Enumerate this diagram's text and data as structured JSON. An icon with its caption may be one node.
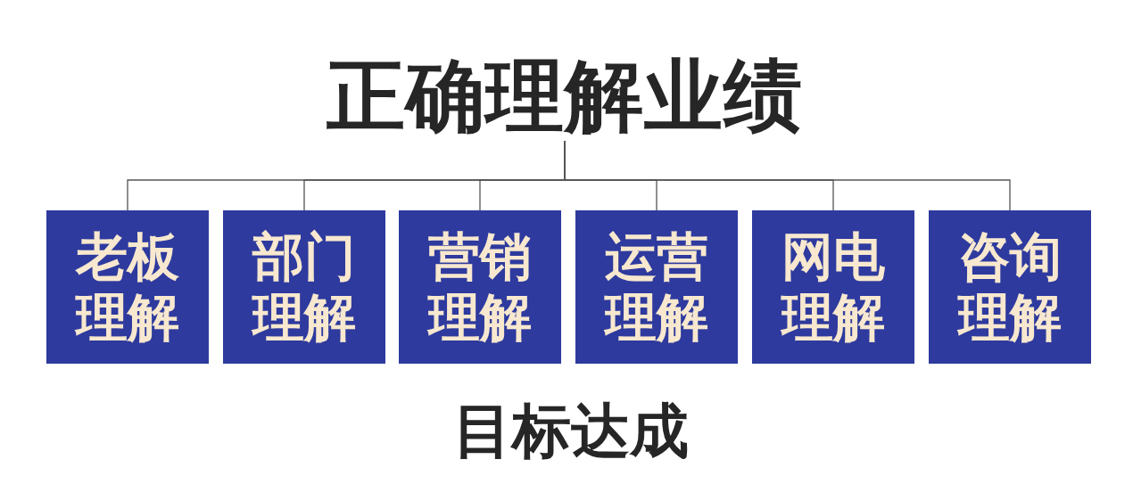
{
  "diagram": {
    "nodes": [
      {
        "text": [
          "正确理解业绩"
        ]
      },
      {
        "text": [
          "老板理解"
        ]
      },
      {
        "text": [
          "部门理解"
        ]
      },
      {
        "text": [
          "营销理解"
        ]
      },
      {
        "text": [
          "运营理解"
        ]
      },
      {
        "text": [
          "网电理解"
        ]
      },
      {
        "text": [
          "咨询理解"
        ]
      }
    ],
    "edges": [
      {
        "from": 0,
        "to": 1,
        "arrow": "none"
      },
      {
        "from": 0,
        "to": 2,
        "arrow": "none"
      },
      {
        "from": 0,
        "to": 3,
        "arrow": "none"
      },
      {
        "from": 0,
        "to": 4,
        "arrow": "none"
      },
      {
        "from": 0,
        "to": 5,
        "arrow": "none"
      },
      {
        "from": 0,
        "to": 6,
        "arrow": "none"
      }
    ],
    "labels": [
      "目标达成"
    ]
  }
}
